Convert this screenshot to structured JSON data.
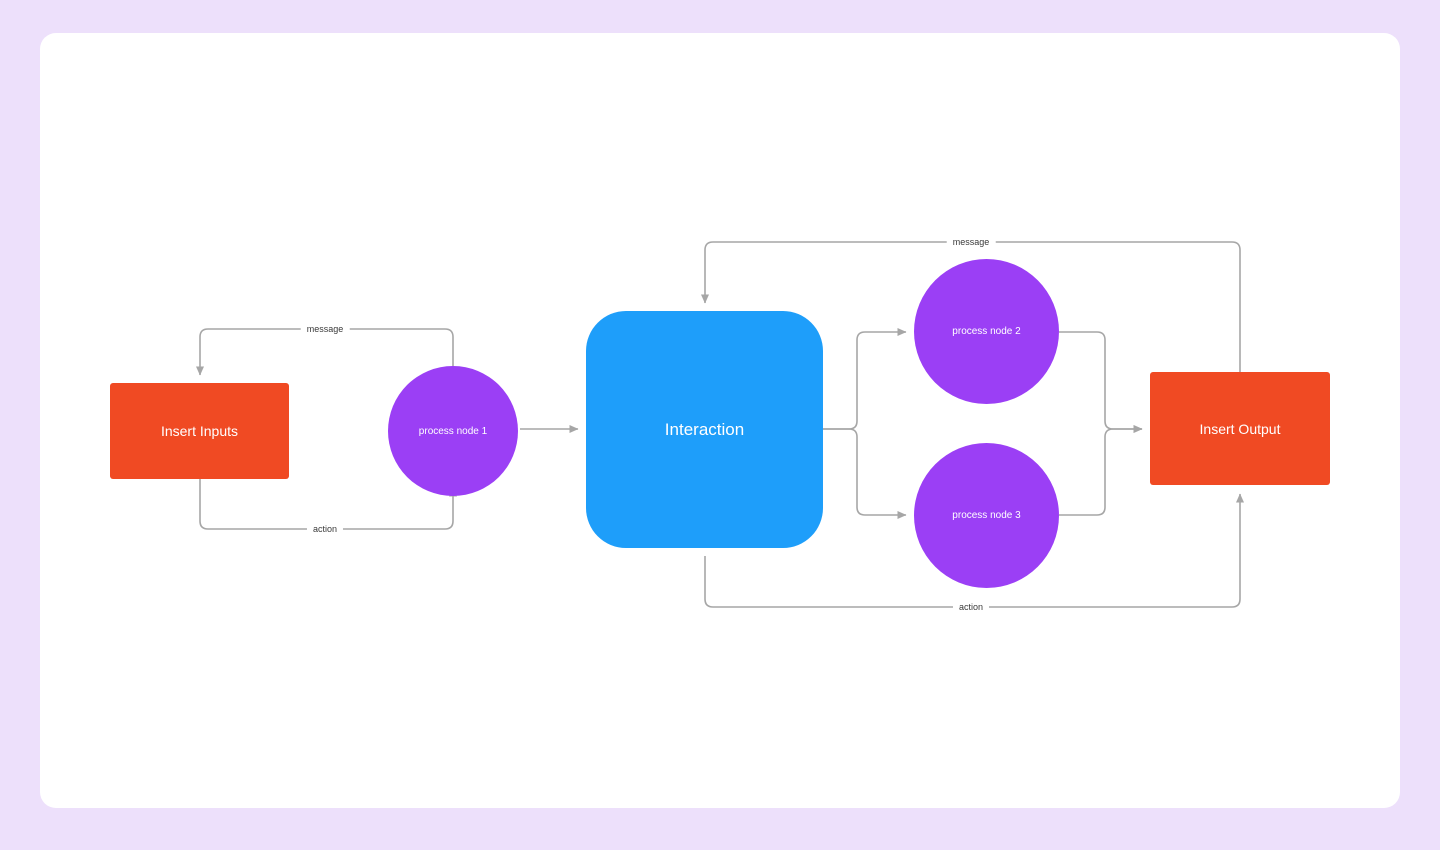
{
  "canvas": {
    "background_color": "#EDE0FB",
    "card_color": "#FFFFFF"
  },
  "palette": {
    "io_node": "#F04A23",
    "main_node": "#1E9EFA",
    "process_node": "#9B3FF5",
    "edge": "#A6A6A6",
    "edge_label_text": "#3A3A3A",
    "node_text": "#FFFFFF"
  },
  "nodes": [
    {
      "id": "insert-inputs",
      "label": "Insert Inputs",
      "shape": "rectangle",
      "color": "#F04A23"
    },
    {
      "id": "process-node-1",
      "label": "process node 1",
      "shape": "circle",
      "color": "#9B3FF5"
    },
    {
      "id": "interaction",
      "label": "Interaction",
      "shape": "rounded-rectangle",
      "color": "#1E9EFA"
    },
    {
      "id": "process-node-2",
      "label": "process node 2",
      "shape": "circle",
      "color": "#9B3FF5"
    },
    {
      "id": "process-node-3",
      "label": "process node 3",
      "shape": "circle",
      "color": "#9B3FF5"
    },
    {
      "id": "insert-output",
      "label": "Insert Output",
      "shape": "rectangle",
      "color": "#F04A23"
    }
  ],
  "edge_labels": {
    "message_left": "message",
    "action_left": "action",
    "message_right": "message",
    "action_right": "action"
  },
  "edges": [
    {
      "from": "process-node-1",
      "to": "insert-inputs",
      "label": "message"
    },
    {
      "from": "insert-inputs",
      "to": "process-node-1",
      "label": "action"
    },
    {
      "from": "process-node-1",
      "to": "interaction",
      "label": ""
    },
    {
      "from": "interaction",
      "to": "process-node-2",
      "label": ""
    },
    {
      "from": "interaction",
      "to": "process-node-3",
      "label": ""
    },
    {
      "from": "process-node-2",
      "to": "insert-output",
      "label": ""
    },
    {
      "from": "process-node-3",
      "to": "insert-output",
      "label": ""
    },
    {
      "from": "insert-output",
      "to": "interaction",
      "label": "message"
    },
    {
      "from": "interaction",
      "to": "insert-output",
      "label": "action"
    }
  ]
}
